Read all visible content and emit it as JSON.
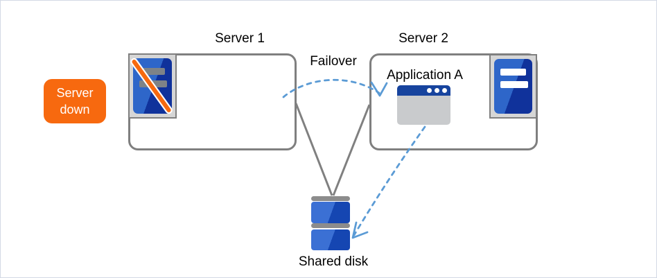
{
  "diagram": {
    "badge": {
      "label": "Server down"
    },
    "server1": {
      "label": "Server 1"
    },
    "server2": {
      "label": "Server 2"
    },
    "failover": {
      "label": "Failover"
    },
    "application": {
      "label": "Application A"
    },
    "shared_disk": {
      "label": "Shared disk"
    }
  },
  "icons": {
    "server1_icon": "crossed-out-server-icon",
    "server2_icon": "server-icon",
    "application_icon": "app-window-icon",
    "shared_disk_icon": "disk-stack-icon"
  },
  "colors": {
    "accent-orange": "#f7690f",
    "dash-blue": "#5b9bd5",
    "line-gray": "#808080",
    "box-border-gray": "#7f7f7f",
    "panel-gray": "#d6d6d6",
    "server-blue-light": "#2e66c9",
    "server-blue-dark": "#10329b",
    "disk-blue-light": "#3b70d4",
    "disk-blue-dark": "#1546b2",
    "titlebar-navy": "#17449e",
    "window-body-gray": "#c9cbcd",
    "dim-bar-gray": "#7e8387",
    "disk-cap-gray": "#8c8c8c",
    "text-black": "#000000",
    "badge-text-white": "#ffffff"
  }
}
